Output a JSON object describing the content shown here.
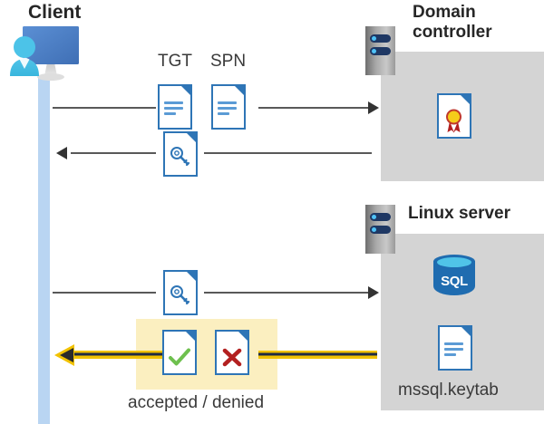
{
  "diagram": {
    "title_client": "Client",
    "title_domain_controller": "Domain\ncontroller",
    "title_linux_server": "Linux server",
    "label_tgt": "TGT",
    "label_spn": "SPN",
    "label_accepted_denied": "accepted / denied",
    "label_keytab": "mssql.keytab",
    "label_sql": "SQL",
    "icons": {
      "client": "client-workstation-icon",
      "server_rack_dc": "server-rack-icon",
      "server_rack_linux": "server-rack-icon",
      "tgt_document": "document-icon",
      "spn_document": "document-icon",
      "ticket_key_document": "document-key-icon",
      "service_ticket_key_document": "document-key-icon",
      "certificate": "certificate-document-icon",
      "sql_database": "sql-database-icon",
      "keytab_document": "document-icon",
      "accepted_document": "document-check-icon",
      "denied_document": "document-x-icon"
    },
    "colors": {
      "panel_gray": "#d4d4d4",
      "lifeline_blue": "#b9d5f2",
      "doc_border_blue": "#2e75b6",
      "doc_line_blue": "#5b9bd5",
      "highlight_yellow": "#fbefc0",
      "arrow_yellow": "#f2c200",
      "arrow_gray": "#595959",
      "check_green": "#6ec04e",
      "x_red": "#b32020",
      "sql_blue": "#1f6cb0",
      "sql_top_cyan": "#50c4e8",
      "rack_navy": "#1f3864",
      "rack_led_cyan": "#4fc3f7",
      "cert_gold": "#f5cc1a",
      "cert_ribbon_red": "#b32020",
      "heading_text": "#262626",
      "caption_text": "#3a3a3a"
    }
  }
}
